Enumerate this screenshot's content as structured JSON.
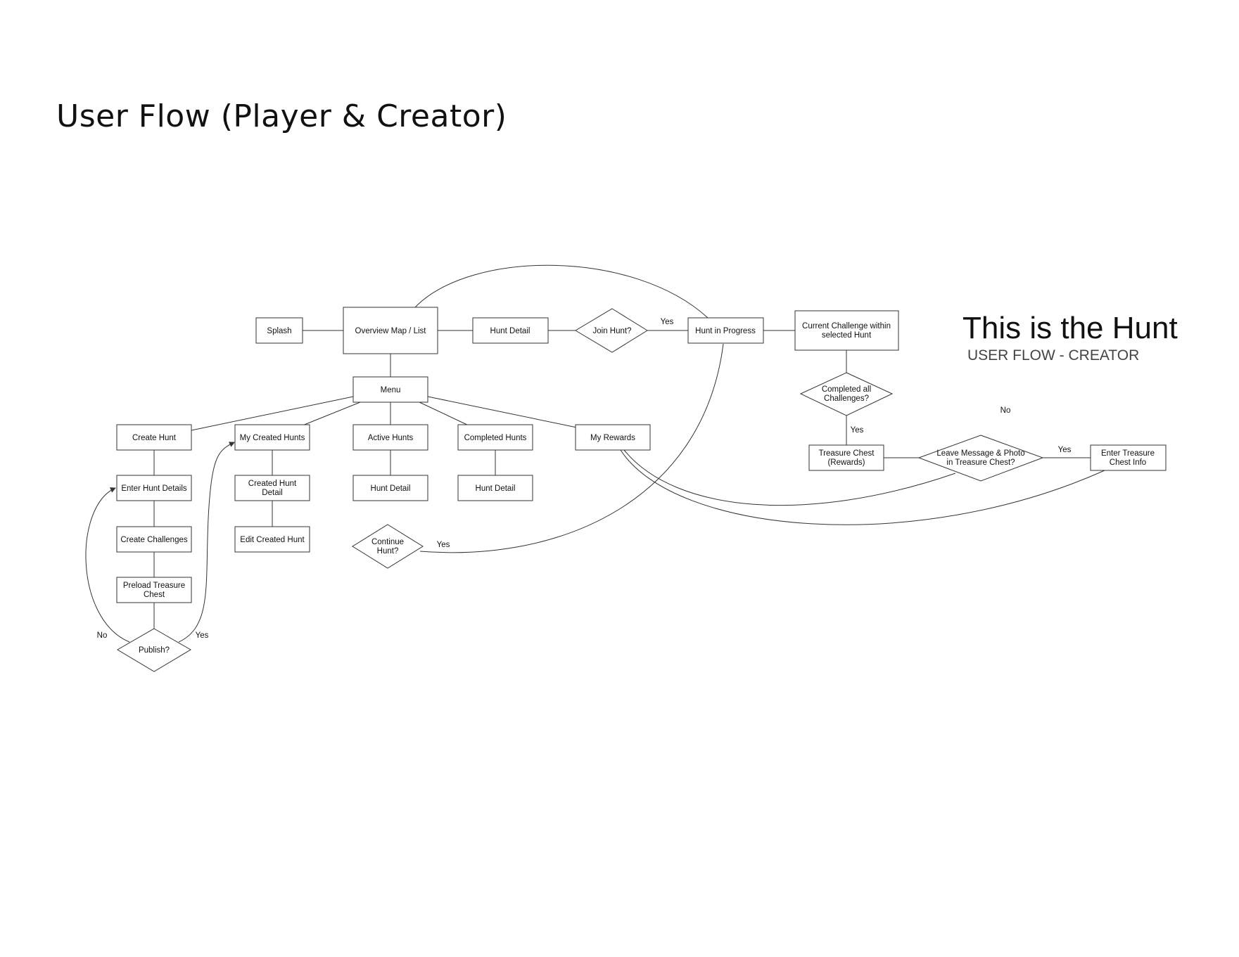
{
  "page": {
    "title": "User Flow (Player & Creator)"
  },
  "brand": {
    "title": "This is the Hunt",
    "subtitle": "USER FLOW - CREATOR"
  },
  "nodes": {
    "splash": "Splash",
    "overview": "Overview Map / List",
    "hunt_detail_top": "Hunt Detail",
    "join_hunt": "Join Hunt?",
    "hunt_in_progress": "Hunt in Progress",
    "current_challenge": [
      "Current Challenge within",
      "selected Hunt"
    ],
    "completed_all": [
      "Completed all",
      "Challenges?"
    ],
    "treasure_chest": [
      "Treasure Chest",
      "(Rewards)"
    ],
    "leave_message": [
      "Leave Message & Photo",
      "in Treasure Chest?"
    ],
    "enter_treasure": [
      "Enter Treasure",
      "Chest Info"
    ],
    "menu": "Menu",
    "create_hunt": "Create Hunt",
    "my_created_hunts": "My Created Hunts",
    "active_hunts": "Active Hunts",
    "completed_hunts": "Completed Hunts",
    "my_rewards": "My Rewards",
    "enter_hunt_details": "Enter Hunt Details",
    "create_challenges": "Create Challenges",
    "preload_treasure": [
      "Preload Treasure",
      "Chest"
    ],
    "publish": "Publish?",
    "created_hunt_detail": [
      "Created Hunt",
      "Detail"
    ],
    "edit_created_hunt": "Edit Created Hunt",
    "active_hunt_detail": "Hunt Detail",
    "completed_hunt_detail": "Hunt Detail",
    "continue_hunt": [
      "Continue",
      "Hunt?"
    ]
  },
  "edge_labels": {
    "join_yes": "Yes",
    "completed_yes": "Yes",
    "leave_yes": "Yes",
    "leave_no": "No",
    "publish_no": "No",
    "publish_yes": "Yes",
    "continue_yes": "Yes"
  }
}
